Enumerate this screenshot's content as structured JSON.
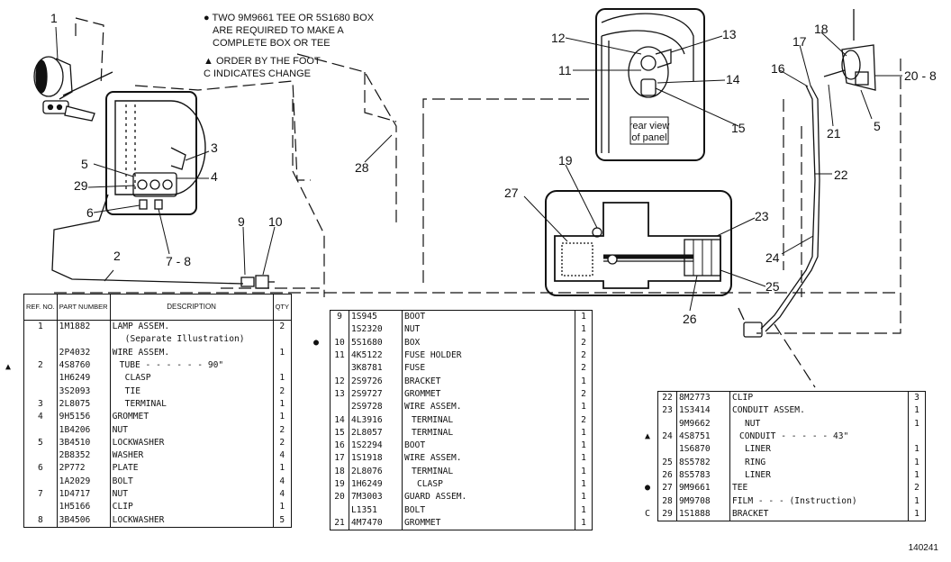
{
  "notes": {
    "line1": "● TWO 9M9661 TEE OR 5S1680 BOX",
    "line2": "ARE REQUIRED TO MAKE A",
    "line3": "COMPLETE BOX OR TEE",
    "line4": "▲ ORDER BY THE FOOT",
    "line5": "C INDICATES CHANGE"
  },
  "panel_label": {
    "line1": "rear view",
    "line2": "of panel"
  },
  "callouts": [
    "1",
    "2",
    "3",
    "4",
    "5",
    "29",
    "6",
    "7 - 8",
    "9",
    "10",
    "28",
    "12",
    "11",
    "13",
    "14",
    "15",
    "19",
    "27",
    "23",
    "25",
    "26",
    "17",
    "18",
    "16",
    "20 - 8",
    "5",
    "21",
    "22",
    "24"
  ],
  "figure_number": "140241",
  "table_headers": {
    "ref": "REF. NO.",
    "part": "PART NUMBER",
    "desc": "DESCRIPTION",
    "qty": "QTY"
  },
  "table1": [
    {
      "ref": "1",
      "part": "1M1882",
      "desc": "LAMP ASSEM.",
      "qty": "2",
      "mark": ""
    },
    {
      "ref": "",
      "part": "",
      "desc": "(Separate Illustration)",
      "qty": "",
      "mark": ""
    },
    {
      "ref": "",
      "part": "2P4032",
      "desc": "WIRE ASSEM.",
      "qty": "1",
      "mark": ""
    },
    {
      "ref": "2",
      "part": "4S8760",
      "desc": "TUBE - - - - - - 90\"",
      "qty": "",
      "mark": "▲"
    },
    {
      "ref": "",
      "part": "1H6249",
      "desc": "CLASP",
      "qty": "1",
      "mark": ""
    },
    {
      "ref": "",
      "part": "3S2093",
      "desc": "TIE",
      "qty": "2",
      "mark": ""
    },
    {
      "ref": "3",
      "part": "2L8075",
      "desc": "TERMINAL",
      "qty": "1",
      "mark": ""
    },
    {
      "ref": "4",
      "part": "9H5156",
      "desc": "GROMMET",
      "qty": "1",
      "mark": ""
    },
    {
      "ref": "",
      "part": "1B4206",
      "desc": "NUT",
      "qty": "2",
      "mark": ""
    },
    {
      "ref": "5",
      "part": "3B4510",
      "desc": "LOCKWASHER",
      "qty": "2",
      "mark": ""
    },
    {
      "ref": "",
      "part": "2B8352",
      "desc": "WASHER",
      "qty": "4",
      "mark": ""
    },
    {
      "ref": "6",
      "part": "2P772",
      "desc": "PLATE",
      "qty": "1",
      "mark": ""
    },
    {
      "ref": "",
      "part": "1A2029",
      "desc": "BOLT",
      "qty": "4",
      "mark": ""
    },
    {
      "ref": "7",
      "part": "1D4717",
      "desc": "NUT",
      "qty": "4",
      "mark": ""
    },
    {
      "ref": "",
      "part": "1H5166",
      "desc": "CLIP",
      "qty": "1",
      "mark": ""
    },
    {
      "ref": "8",
      "part": "3B4506",
      "desc": "LOCKWASHER",
      "qty": "5",
      "mark": ""
    }
  ],
  "table2": [
    {
      "ref": "9",
      "part": "1S945",
      "desc": "BOOT",
      "qty": "1",
      "mark": ""
    },
    {
      "ref": "",
      "part": "1S2320",
      "desc": "NUT",
      "qty": "1",
      "mark": ""
    },
    {
      "ref": "10",
      "part": "5S1680",
      "desc": "BOX",
      "qty": "2",
      "mark": "●"
    },
    {
      "ref": "11",
      "part": "4K5122",
      "desc": "FUSE HOLDER",
      "qty": "2",
      "mark": ""
    },
    {
      "ref": "",
      "part": "3K8781",
      "desc": "FUSE",
      "qty": "2",
      "mark": ""
    },
    {
      "ref": "12",
      "part": "2S9726",
      "desc": "BRACKET",
      "qty": "1",
      "mark": ""
    },
    {
      "ref": "13",
      "part": "2S9727",
      "desc": "GROMMET",
      "qty": "2",
      "mark": ""
    },
    {
      "ref": "",
      "part": "2S9728",
      "desc": "WIRE ASSEM.",
      "qty": "1",
      "mark": ""
    },
    {
      "ref": "14",
      "part": "4L3916",
      "desc": "TERMINAL",
      "qty": "2",
      "mark": ""
    },
    {
      "ref": "15",
      "part": "2L8057",
      "desc": "TERMINAL",
      "qty": "1",
      "mark": ""
    },
    {
      "ref": "16",
      "part": "1S2294",
      "desc": "BOOT",
      "qty": "1",
      "mark": ""
    },
    {
      "ref": "17",
      "part": "1S1918",
      "desc": "WIRE ASSEM.",
      "qty": "1",
      "mark": ""
    },
    {
      "ref": "18",
      "part": "2L8076",
      "desc": "TERMINAL",
      "qty": "1",
      "mark": ""
    },
    {
      "ref": "19",
      "part": "1H6249",
      "desc": "CLASP",
      "qty": "1",
      "mark": ""
    },
    {
      "ref": "20",
      "part": "7M3003",
      "desc": "GUARD ASSEM.",
      "qty": "1",
      "mark": ""
    },
    {
      "ref": "",
      "part": "L1351",
      "desc": "BOLT",
      "qty": "1",
      "mark": ""
    },
    {
      "ref": "21",
      "part": "4M7470",
      "desc": "GROMMET",
      "qty": "1",
      "mark": ""
    }
  ],
  "table3": [
    {
      "ref": "22",
      "part": "8M2773",
      "desc": "CLIP",
      "qty": "3",
      "mark": ""
    },
    {
      "ref": "23",
      "part": "1S3414",
      "desc": "CONDUIT ASSEM.",
      "qty": "1",
      "mark": ""
    },
    {
      "ref": "",
      "part": "9M9662",
      "desc": "NUT",
      "qty": "1",
      "mark": ""
    },
    {
      "ref": "24",
      "part": "4S8751",
      "desc": "CONDUIT - - - - - 43\"",
      "qty": "",
      "mark": "▲"
    },
    {
      "ref": "",
      "part": "1S6870",
      "desc": "LINER",
      "qty": "1",
      "mark": ""
    },
    {
      "ref": "25",
      "part": "8S5782",
      "desc": "RING",
      "qty": "1",
      "mark": ""
    },
    {
      "ref": "26",
      "part": "8S5783",
      "desc": "LINER",
      "qty": "1",
      "mark": ""
    },
    {
      "ref": "27",
      "part": "9M9661",
      "desc": "TEE",
      "qty": "2",
      "mark": "●"
    },
    {
      "ref": "28",
      "part": "9M9708",
      "desc": "FILM - - - (Instruction)",
      "qty": "1",
      "mark": ""
    },
    {
      "ref": "29",
      "part": "1S1888",
      "desc": "BRACKET",
      "qty": "1",
      "mark": "C"
    }
  ]
}
